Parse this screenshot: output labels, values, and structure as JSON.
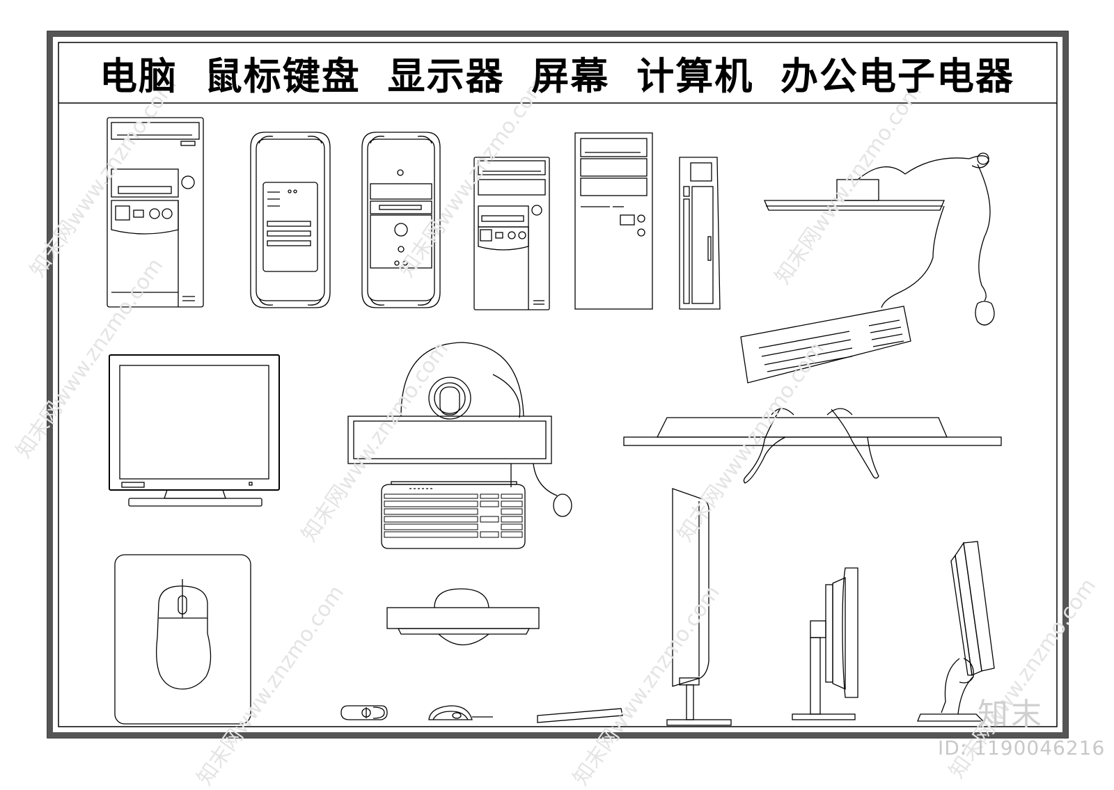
{
  "title": "电脑  鼠标键盘  显示器  屏幕  计算机  办公电子电器",
  "logo": "知末",
  "image_id_label": "ID: 1190046216",
  "watermark": "知末网www.znzmo.com",
  "colors": {
    "frame": "#4a4a4a",
    "line": "#000000",
    "watermark": "#e4e4e4"
  },
  "items": [
    "tower-pc-1",
    "power-mac-g4-front",
    "power-mac-g4-detailed",
    "tower-pc-small",
    "tower-pc-plain",
    "slim-pc",
    "keyboard-mouse-top-view",
    "crt-monitor-front",
    "desktop-set-top-view",
    "lcd-monitor-top-view",
    "mouse-pad",
    "monitor-top-view-round",
    "mouse-top-small",
    "mouse-side",
    "keyboard-side",
    "lcd-monitor-side-1",
    "lcd-monitor-side-2",
    "lcd-monitor-side-3"
  ]
}
